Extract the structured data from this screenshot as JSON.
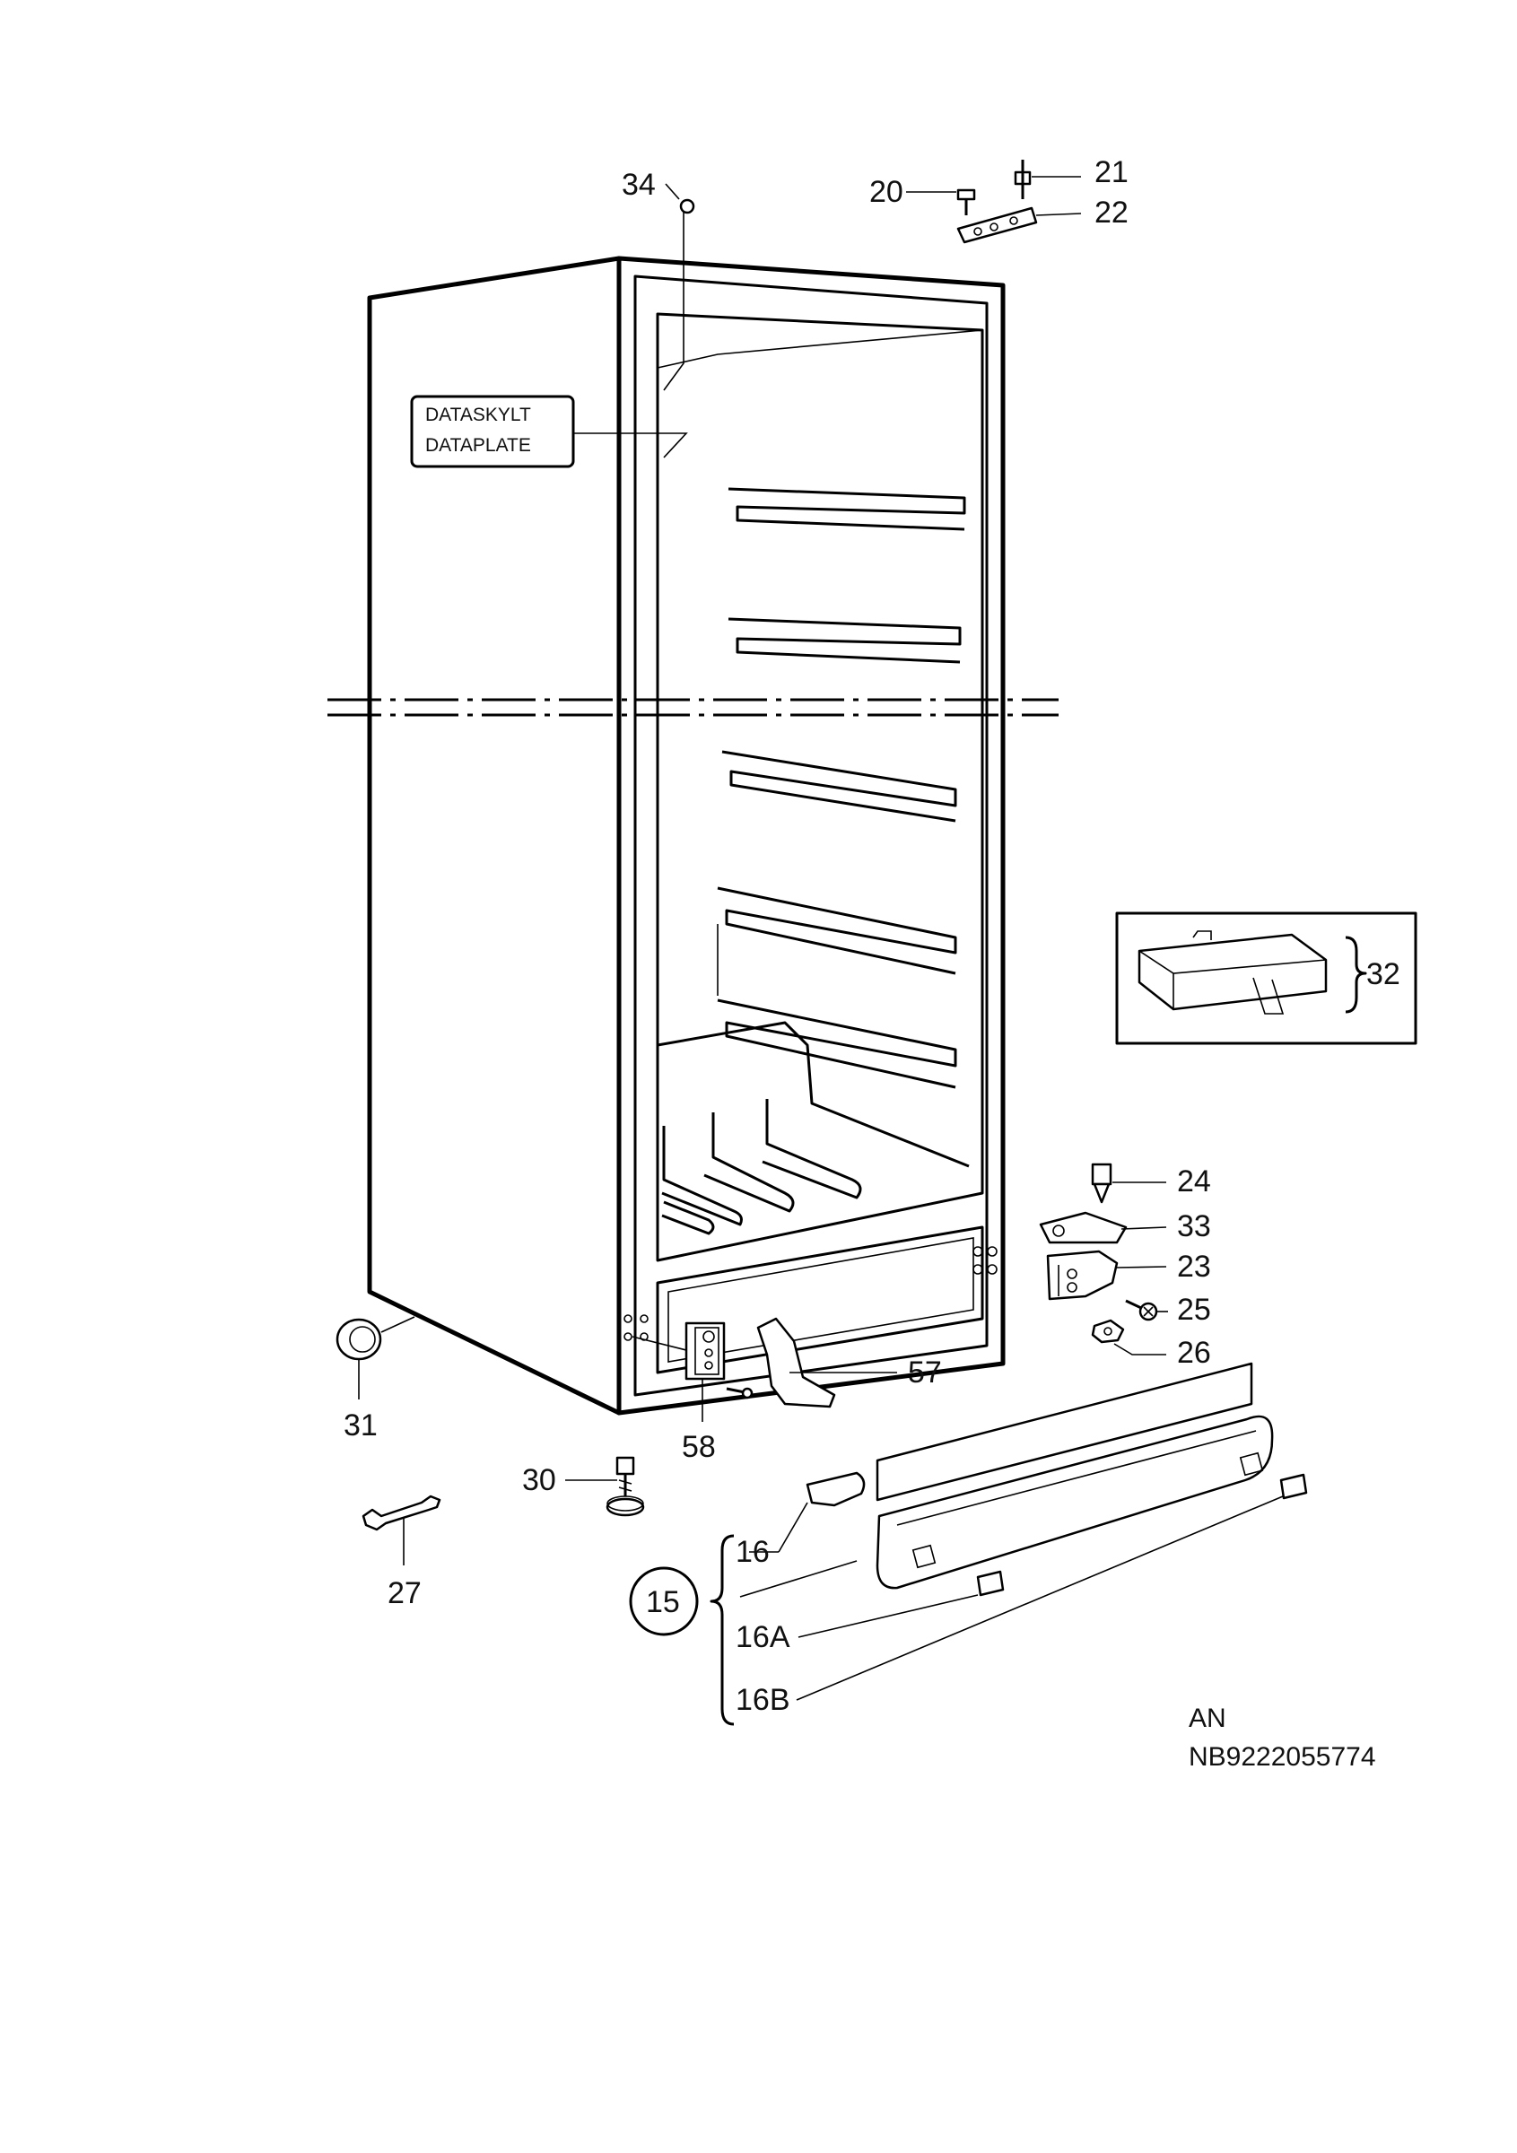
{
  "dataplate": {
    "line1": "DATASKYLT",
    "line2": "DATAPLATE"
  },
  "callouts": {
    "c34": "34",
    "c20": "20",
    "c21": "21",
    "c22": "22",
    "c32": "32",
    "c24": "24",
    "c33": "33",
    "c23": "23",
    "c25": "25",
    "c26": "26",
    "c57": "57",
    "c58": "58",
    "c31": "31",
    "c30": "30",
    "c27": "27",
    "c16": "16",
    "c15": "15",
    "c16a": "16A",
    "c16b": "16B"
  },
  "footer": {
    "line1": "AN",
    "line2": "NB9222055774"
  }
}
